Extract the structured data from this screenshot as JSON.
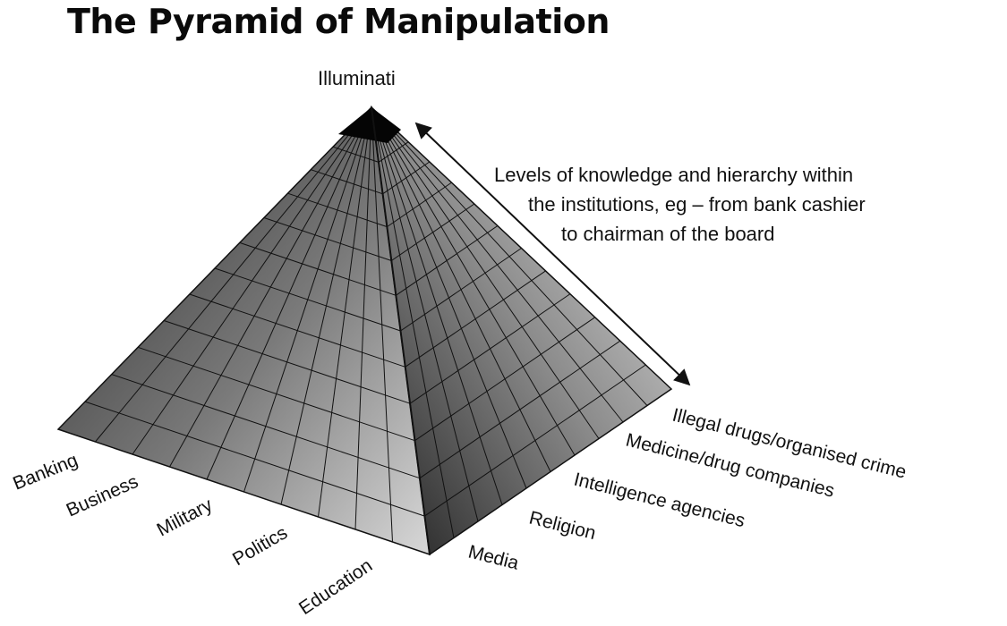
{
  "title": "The Pyramid of Manipulation",
  "apex_label": "Illuminati",
  "hierarchy_note": [
    "Levels of knowledge and hierarchy within",
    "the institutions, eg – from bank cashier",
    "to chairman of the board"
  ],
  "left_face_labels": [
    "Banking",
    "Business",
    "Military",
    "Politics",
    "Education"
  ],
  "right_face_labels": [
    "Media",
    "Religion",
    "Intelligence agencies",
    "Medicine/drug companies",
    "Illegal drugs/organised crime"
  ]
}
